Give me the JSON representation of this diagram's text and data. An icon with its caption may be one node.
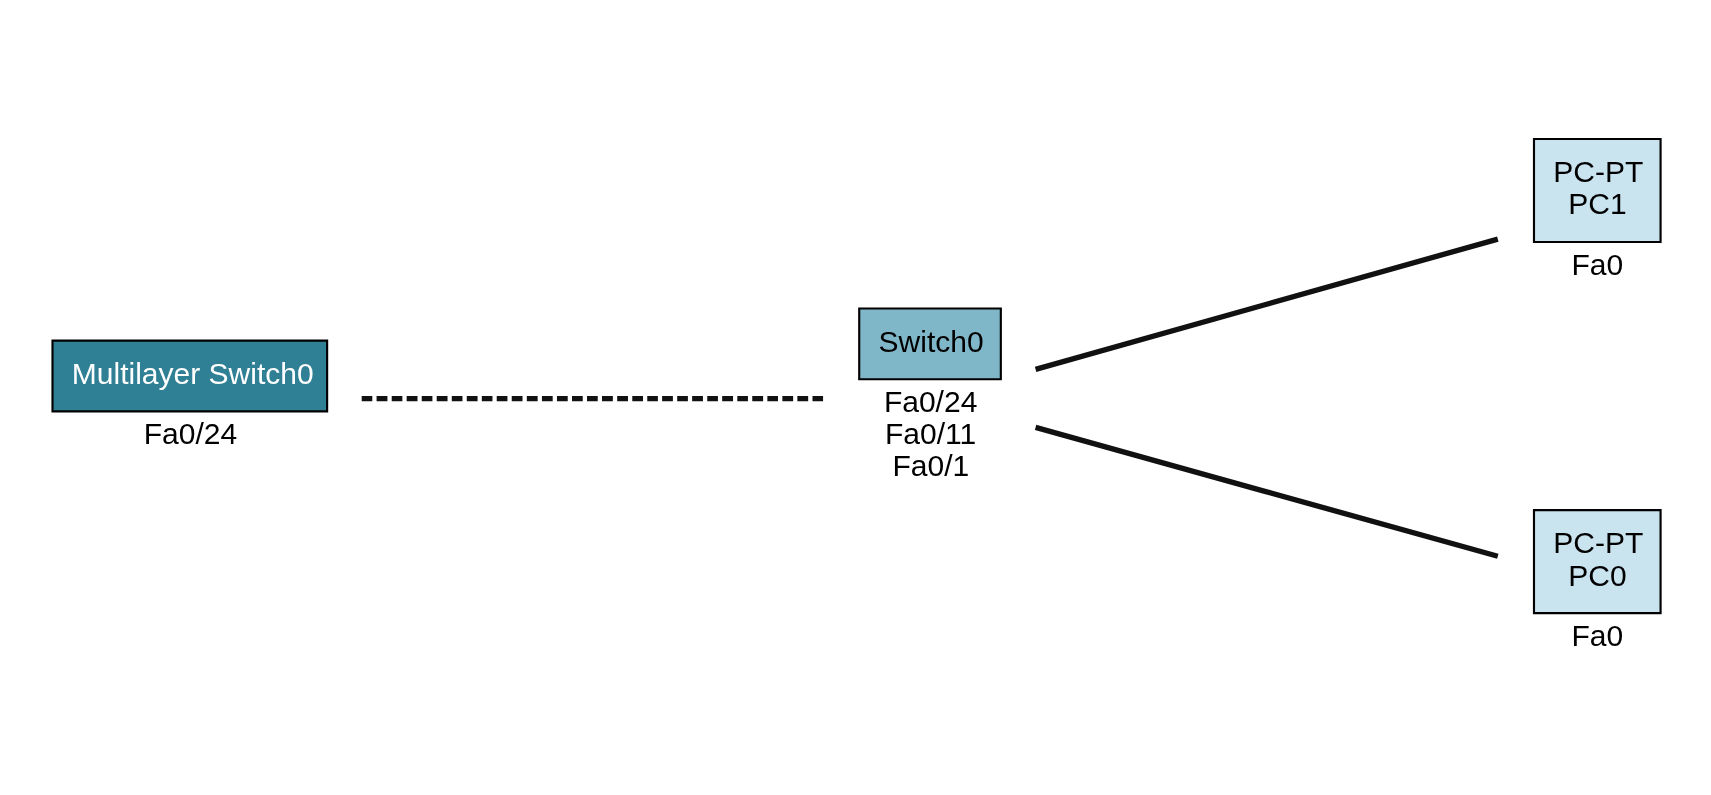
{
  "diagram": {
    "nodes": [
      {
        "text": [
          "Multilayer Switch0"
        ],
        "beside": [
          "Fa0/24"
        ]
      },
      {
        "text": [
          "Switch0"
        ],
        "beside": [
          "Fa0/24",
          "Fa0/11",
          "Fa0/1"
        ]
      },
      {
        "text": [
          "PC-PT",
          "PC1"
        ],
        "beside": [
          "Fa0"
        ]
      },
      {
        "text": [
          "PC-PT",
          "PC0"
        ],
        "beside": [
          "Fa0"
        ]
      }
    ],
    "edges": [
      {
        "from": 0,
        "to": 1,
        "arrow": "none",
        "style": "dashed"
      },
      {
        "from": 1,
        "to": 2,
        "arrow": "none"
      },
      {
        "from": 1,
        "to": 3,
        "arrow": "none"
      }
    ]
  }
}
